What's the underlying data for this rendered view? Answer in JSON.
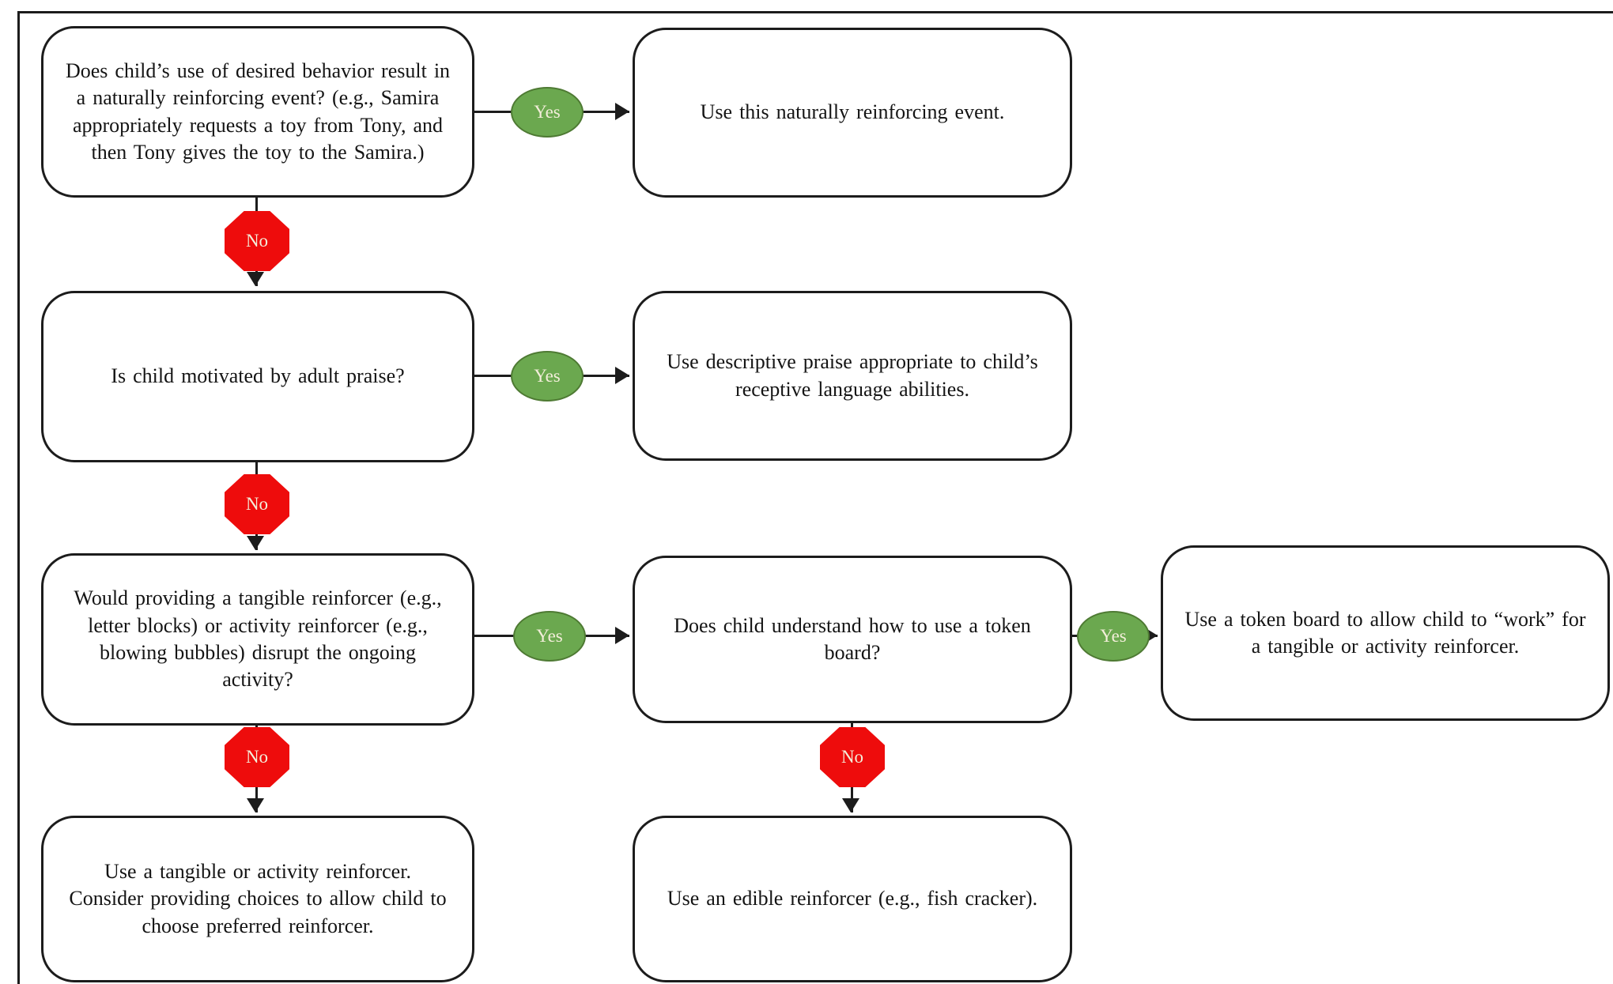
{
  "diagram": {
    "labels": {
      "yes": "Yes",
      "no": "No"
    },
    "colors": {
      "yes_green": "#6ba84f",
      "yes_green_border": "#4e7a33",
      "no_red": "#ee0c0c",
      "badge_text": "#f3eeda",
      "line": "#1c1c1c"
    },
    "nodes": {
      "q_natural": {
        "text": "Does child’s use of desired behavior result in a naturally reinforcing event? (e.g., Samira appropriately requests a toy from Tony, and then Tony gives the toy to the Samira.)"
      },
      "r_natural": {
        "text": "Use this naturally reinforcing event."
      },
      "q_praise": {
        "text": "Is child motivated by adult praise?"
      },
      "r_praise": {
        "text": "Use descriptive praise appropriate to child’s receptive language abilities."
      },
      "q_tangible": {
        "text": "Would providing a tangible reinforcer (e.g., letter blocks) or activity reinforcer (e.g., blowing bubbles) disrupt the ongoing activity?"
      },
      "q_token": {
        "text": "Does child understand how to use a token board?"
      },
      "r_token": {
        "text": "Use a token board to allow child to “work” for a tangible or activity reinforcer."
      },
      "r_tangible": {
        "text": "Use a tangible or activity reinforcer. Consider providing choices to allow child to choose preferred reinforcer."
      },
      "r_edible": {
        "text": "Use an edible reinforcer (e.g., fish cracker)."
      }
    }
  }
}
